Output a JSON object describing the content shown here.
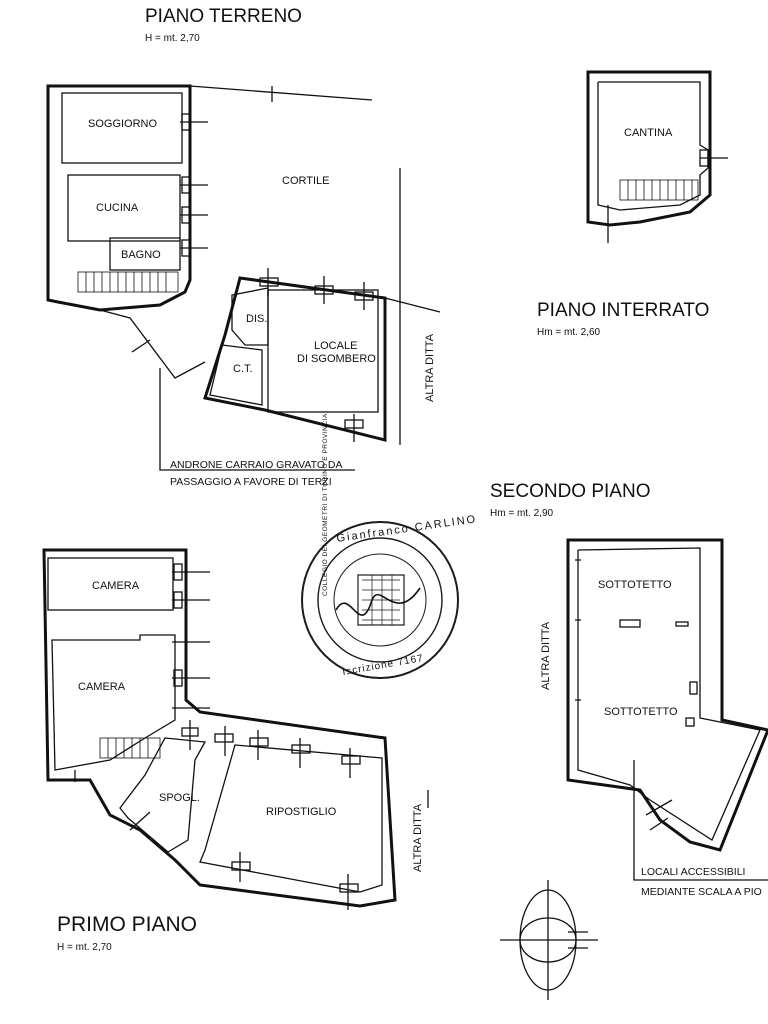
{
  "piano_terreno": {
    "title": "PIANO TERRENO",
    "height": "H = mt. 2,70",
    "rooms": {
      "soggiorno": "SOGGIORNO",
      "cucina": "CUCINA",
      "bagno": "BAGNO",
      "cortile": "CORTILE",
      "dis": "DIS.",
      "ct": "C.T.",
      "locale_line1": "LOCALE",
      "locale_line2": "DI SGOMBERO"
    },
    "altra_ditta": "ALTRA DITTA",
    "androne_line1": "ANDRONE CARRAIO GRAVATO DA",
    "androne_line2": "PASSAGGIO A FAVORE DI TERZI"
  },
  "piano_interrato": {
    "title": "PIANO INTERRATO",
    "height": "Hm = mt. 2,60",
    "rooms": {
      "cantina": "CANTINA"
    }
  },
  "secondo_piano": {
    "title": "SECONDO PIANO",
    "height": "Hm = mt. 2,90",
    "rooms": {
      "sottotetto_1": "SOTTOTETTO",
      "sottotetto_2": "SOTTOTETTO"
    },
    "altra_ditta": "ALTRA DITTA",
    "note_line1": "LOCALI ACCESSIBILI",
    "note_line2": "MEDIANTE SCALA A PIO"
  },
  "primo_piano": {
    "title": "PRIMO PIANO",
    "height": "H = mt. 2,70",
    "rooms": {
      "camera_1": "CAMERA",
      "camera_2": "CAMERA",
      "spogl": "SPOGL.",
      "ripostiglio": "RIPOSTIGLIO"
    },
    "altra_ditta": "ALTRA DITTA"
  },
  "stamp": {
    "name": "Gianfranco CARLINO",
    "college": "COLLEGIO DEI GEOMETRI DI TORINO E PROVINCIA",
    "registration": "Iscrizione 7167"
  }
}
